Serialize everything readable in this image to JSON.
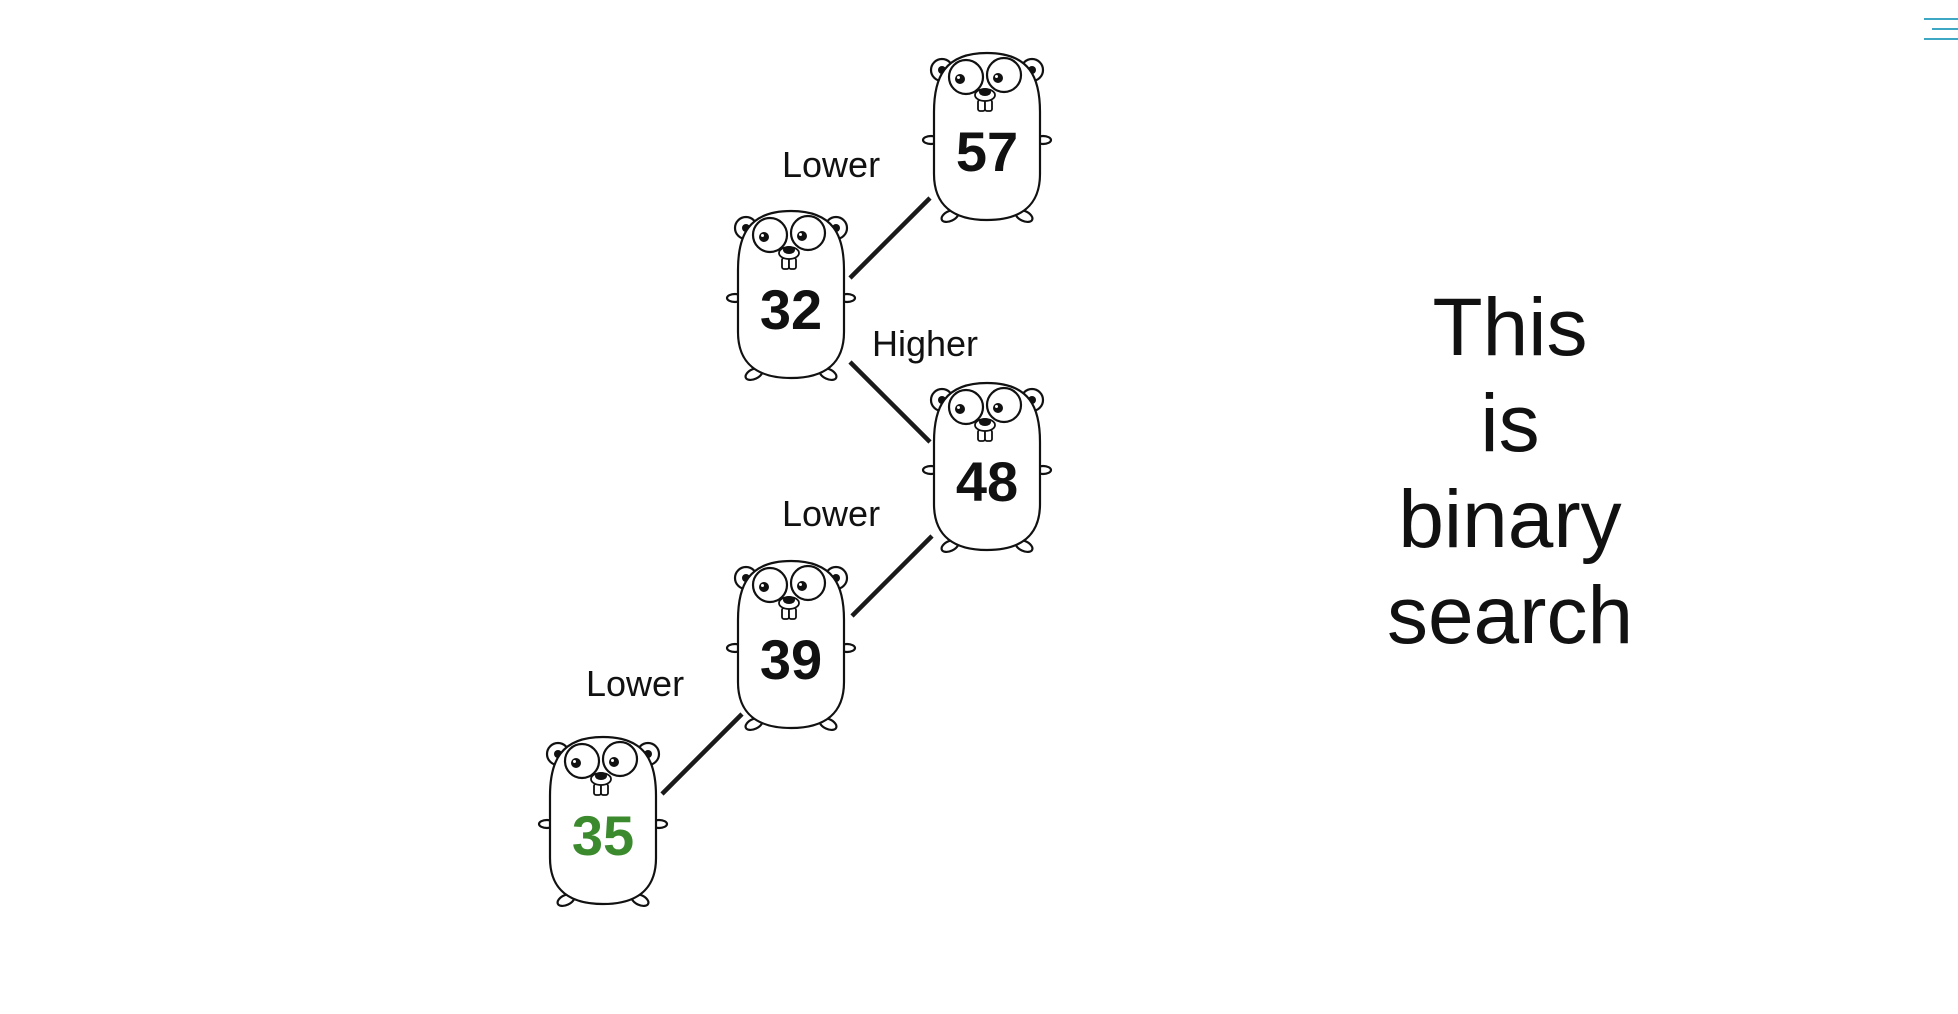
{
  "menu": {
    "icon": "hamburger-menu-icon",
    "color": "#3ea8c4"
  },
  "headline": {
    "lines": [
      "This",
      "is",
      "binary",
      "search"
    ]
  },
  "diagram": {
    "gophers": [
      {
        "value": "57",
        "highlight": false
      },
      {
        "value": "32",
        "highlight": false
      },
      {
        "value": "48",
        "highlight": false
      },
      {
        "value": "39",
        "highlight": false
      },
      {
        "value": "35",
        "highlight": true
      }
    ],
    "decisions": [
      "Lower",
      "Higher",
      "Lower",
      "Lower"
    ],
    "colors": {
      "number": "#111111",
      "found": "#3c8a2e",
      "line": "#1a1a1a"
    },
    "icon": "gopher-icon"
  }
}
